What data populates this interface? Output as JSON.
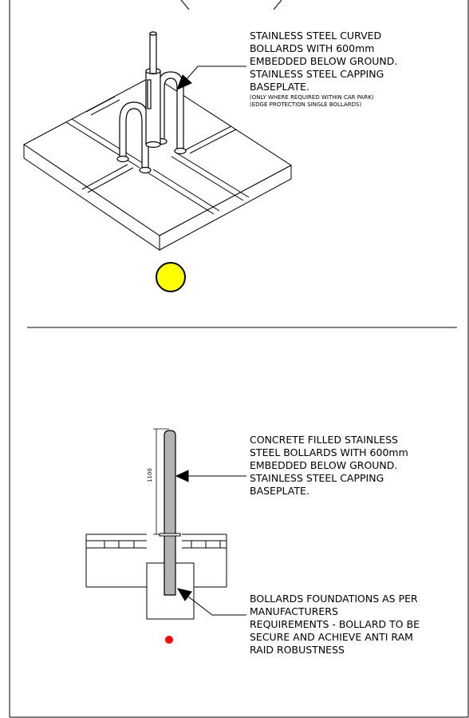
{
  "notes": {
    "curved_bollards": {
      "lines": [
        "STAINLESS STEEL CURVED",
        "BOLLARDS WITH 600mm",
        "EMBEDDED BELOW GROUND.",
        "STAINLESS STEEL CAPPING",
        "BASEPLATE."
      ],
      "small_lines": [
        "(ONLY WHERE REQUIRED WITHIN CAR PARK)",
        "(EDGE PROTECTION SINGLE BOLLARDS)"
      ]
    },
    "filled_bollards": {
      "lines": [
        "CONCRETE FILLED STAINLESS",
        "STEEL BOLLARDS WITH 600mm",
        "EMBEDDED BELOW GROUND.",
        "STAINLESS STEEL CAPPING",
        "BASEPLATE."
      ]
    },
    "foundations": {
      "lines": [
        "BOLLARDS FOUNDATIONS AS PER",
        "MANUFACTURERS",
        "REQUIREMENTS - BOLLARD TO BE",
        "SECURE AND ACHIEVE ANTI RAM",
        "RAID ROBUSTNESS"
      ]
    }
  },
  "dimension": {
    "height_label": "1100"
  },
  "markers": {
    "upper_color": "#ffff00",
    "lower_color": "#ff0000"
  },
  "colors": {
    "line": "#000000",
    "bollard_fill": "#b3b3b3",
    "paper": "#ffffff"
  }
}
